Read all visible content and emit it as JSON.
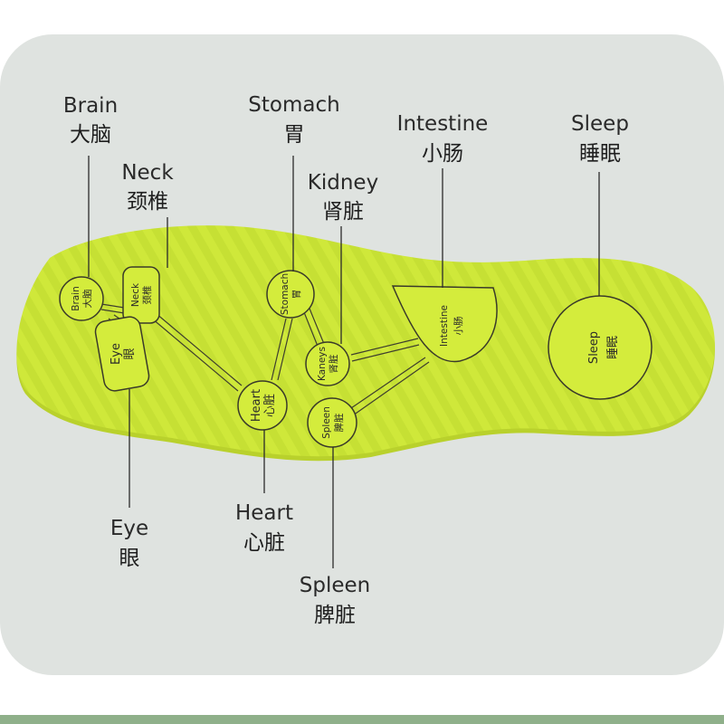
{
  "zones": {
    "brain": {
      "en": "Brain",
      "zh": "大脑"
    },
    "neck": {
      "en": "Neck",
      "zh": "颈椎"
    },
    "stomach": {
      "en": "Stomach",
      "zh": "胃"
    },
    "kidney": {
      "en": "Kidney",
      "zh": "肾脏"
    },
    "kidney_pad": {
      "en": "Kaneys",
      "zh": "肾脏"
    },
    "intestine": {
      "en": "Intestine",
      "zh": "小肠"
    },
    "sleep": {
      "en": "Sleep",
      "zh": "睡眠"
    },
    "eye": {
      "en": "Eye",
      "zh": "眼"
    },
    "heart": {
      "en": "Heart",
      "zh": "心脏"
    },
    "spleen": {
      "en": "Spleen",
      "zh": "脾脏"
    }
  },
  "colors": {
    "background_panel": "#dfe3e0",
    "insole": "#cfe83a",
    "insole_shadow": "#b9d12c",
    "pad": "#d4ec3c",
    "line": "#2b2b2b",
    "bottom_strip": "#8fb08a"
  }
}
